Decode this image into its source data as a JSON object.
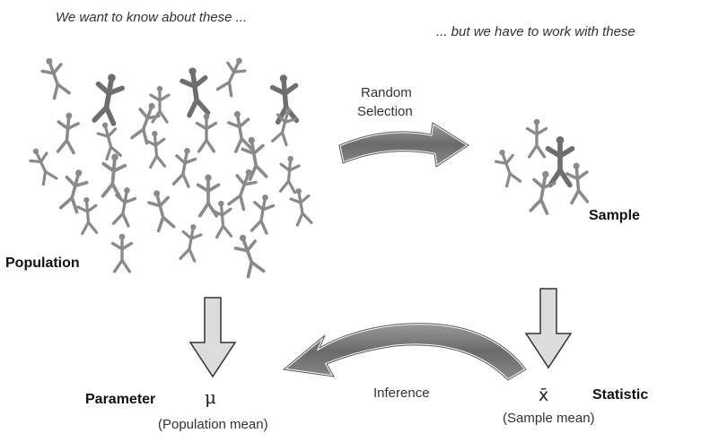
{
  "header": {
    "left": "We want to know about these ...",
    "right": "... but we have to work with these"
  },
  "labels": {
    "population": "Population",
    "sample": "Sample",
    "random_selection_line1": "Random",
    "random_selection_line2": "Selection",
    "inference": "Inference",
    "parameter": "Parameter",
    "mu": "μ",
    "population_mean": "(Population mean)",
    "xbar": "x̄",
    "statistic": "Statistic",
    "sample_mean": "(Sample mean)"
  },
  "colors": {
    "figure_gray": "#8a8a8a",
    "figure_dark": "#6e6e6e",
    "arrow_fill": "#707070",
    "down_arrow_fill": "#dcdcdc",
    "arrow_stroke": "#333333"
  }
}
